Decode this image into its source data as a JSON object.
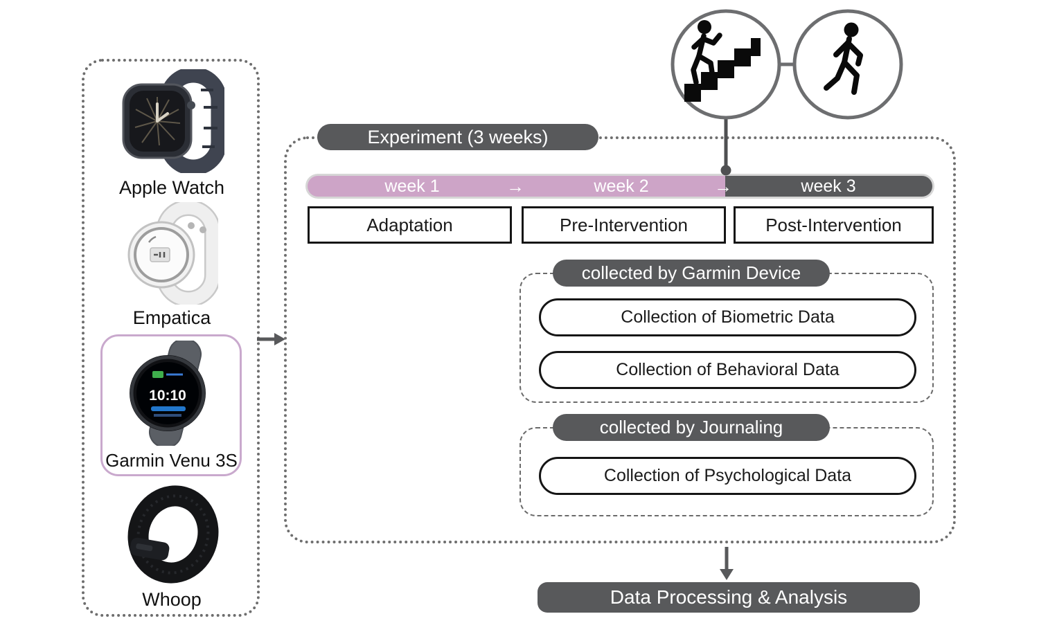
{
  "device_panel": {
    "items": [
      {
        "label": "Apple Watch",
        "icon": "apple-watch"
      },
      {
        "label": "Empatica",
        "icon": "empatica"
      },
      {
        "label": "Garmin Venu 3S",
        "icon": "garmin-venu-3s",
        "highlighted": true,
        "watch_time": "10:10"
      },
      {
        "label": "Whoop",
        "icon": "whoop"
      }
    ]
  },
  "activity_icons": {
    "left": "person-climbing-stairs",
    "right": "person-walking"
  },
  "experiment": {
    "title": "Experiment (3 weeks)",
    "week_arrow": "→",
    "weeks": [
      {
        "label": "week 1",
        "phase": "Adaptation",
        "color": "pink"
      },
      {
        "label": "week 2",
        "phase": "Pre-Intervention",
        "color": "pink"
      },
      {
        "label": "week 3",
        "phase": "Post-Intervention",
        "color": "dark"
      }
    ],
    "collections": [
      {
        "header": "collected by Garmin Device",
        "items": [
          "Collection of Biometric Data",
          "Collection of Behavioral Data"
        ]
      },
      {
        "header": "collected by Journaling",
        "items": [
          "Collection of Psychological Data"
        ]
      }
    ]
  },
  "footer": {
    "label": "Data Processing & Analysis"
  },
  "colors": {
    "dark_gray": "#58595b",
    "timeline_pink": "#cda4c7",
    "highlight_pink_border": "#c9a9cd",
    "capsule_gray": "#d6d6d6",
    "circle_outline_gray": "#6d6e70"
  }
}
